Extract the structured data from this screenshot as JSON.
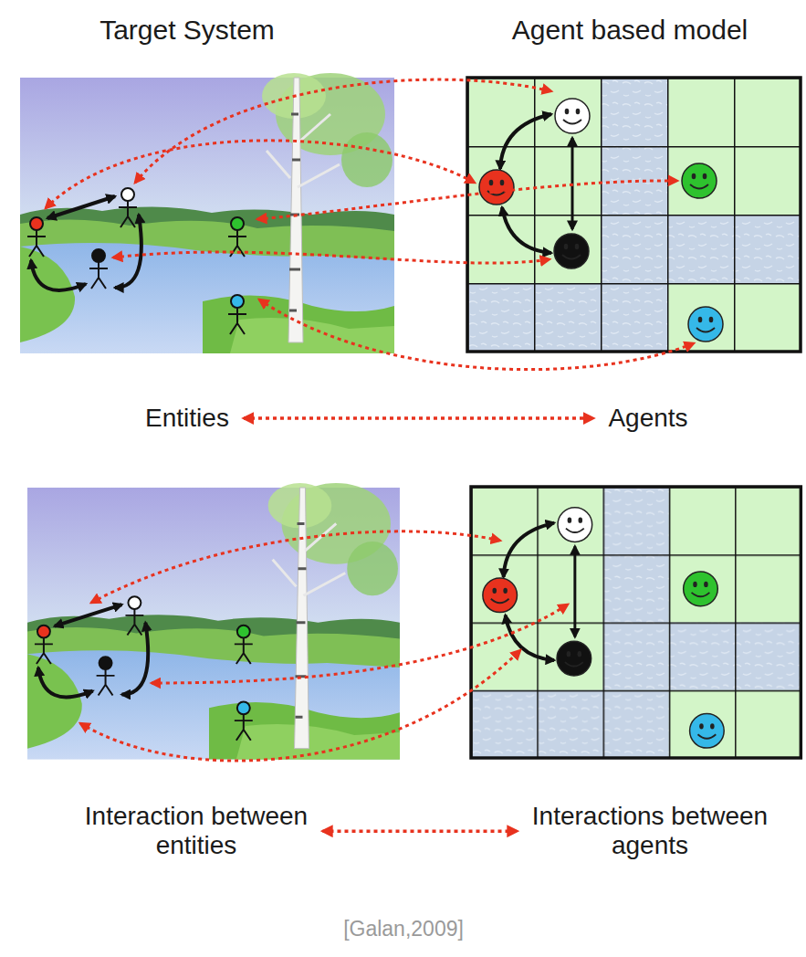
{
  "diagram": {
    "caption": "[Galan,2009]",
    "nodes": [
      {
        "text": [
          "Entities"
        ]
      },
      {
        "text": [
          "Agents"
        ]
      },
      {
        "text": [
          "Interaction between entities"
        ]
      },
      {
        "text": [
          "Interactions between agents"
        ]
      }
    ],
    "edges": [
      {
        "from": 0,
        "to": 1,
        "arrow": "both"
      },
      {
        "from": 2,
        "to": 3,
        "arrow": "both"
      }
    ],
    "labels": [
      "Target System",
      "Agent based model"
    ]
  }
}
